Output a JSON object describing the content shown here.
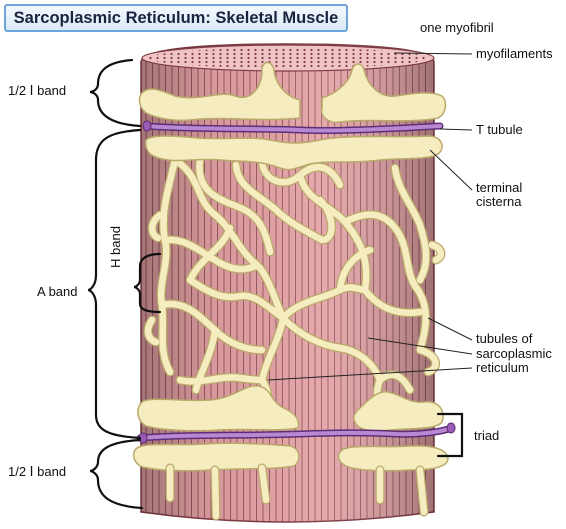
{
  "title": "Sarcoplasmic Reticulum: Skeletal Muscle",
  "labels": {
    "one_myofibril": "one myofibril",
    "myofilaments": "myofilaments",
    "half_i_band_top": "1/2 Ⅰ band",
    "t_tubule": "T tubule",
    "terminal": "terminal",
    "cisterna": "cisterna",
    "a_band": "A band",
    "h_band": "H band",
    "tubules_of": "tubules of",
    "sarcoplasmic": "sarcoplasmic",
    "reticulum": "reticulum",
    "triad": "triad",
    "half_i_band_bottom": "1/2 Ⅰ band"
  },
  "colors": {
    "muscle_fill": "#e3a1a4",
    "muscle_stripe": "#7b3a42",
    "reticulum_fill": "#f5ecbf",
    "reticulum_stroke": "#b9a96a",
    "t_tubule": "#9a5bb5",
    "title_border": "#6aa6dc"
  }
}
